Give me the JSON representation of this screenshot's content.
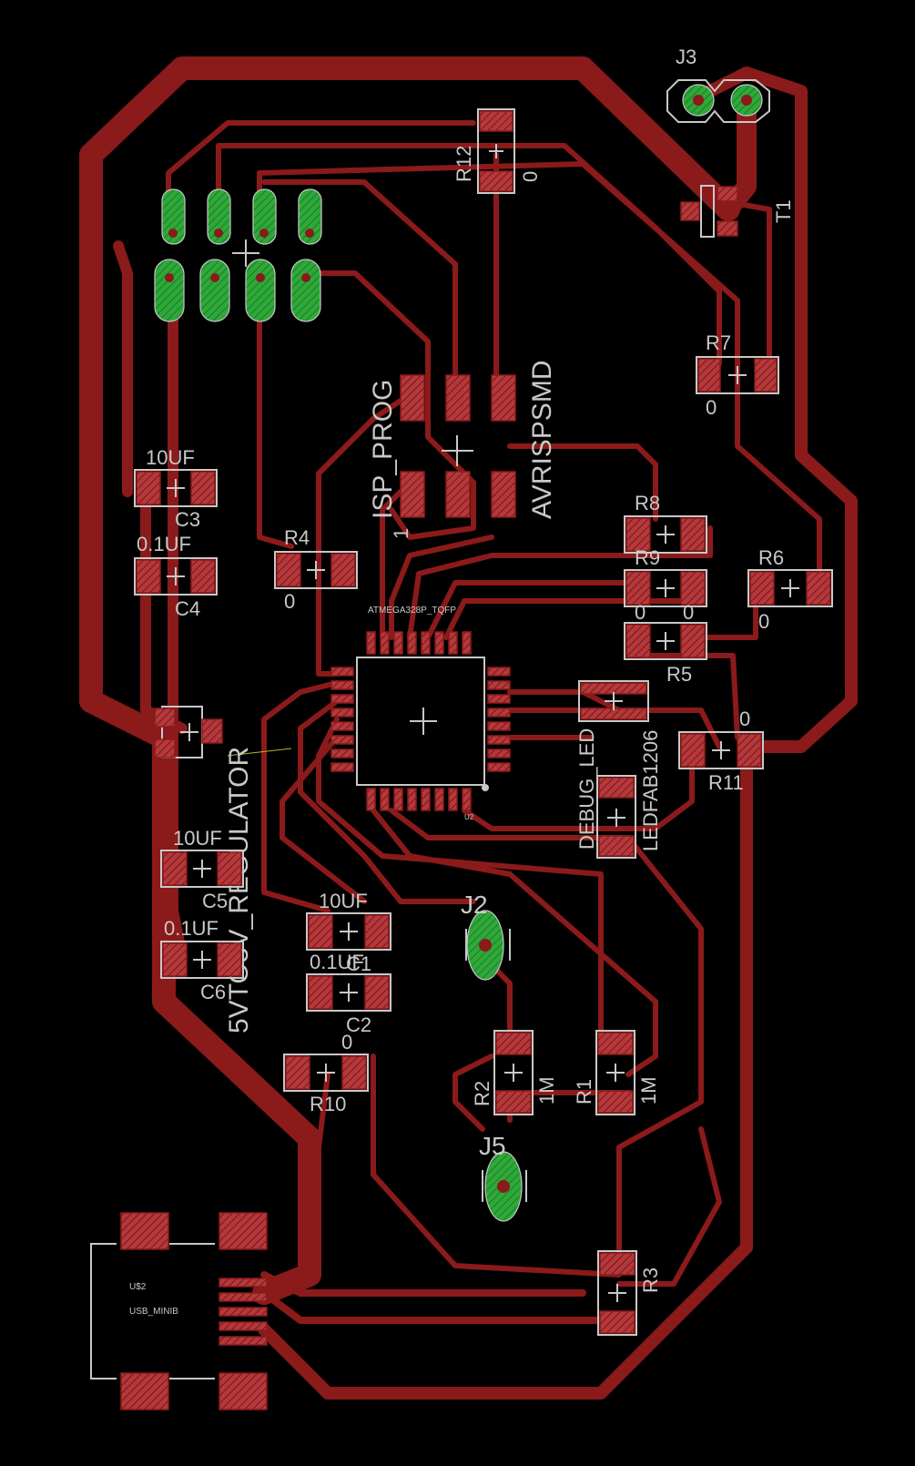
{
  "labels": {
    "j3": "J3",
    "t1": "T1",
    "r12": "R12",
    "r12_val": "0",
    "r7": "R7",
    "r7_val": "0",
    "isp_prog": "ISP_PROG",
    "avrispsmd": "AVRISPSMD",
    "isp_pin1": "1",
    "c3_val": "10UF",
    "c3": "C3",
    "c4_val": "0.1UF",
    "c4": "C4",
    "r4": "R4",
    "r4_val": "0",
    "r8": "R8",
    "r9": "R9",
    "r9_val": "0",
    "r6": "R6",
    "r6_val": "0",
    "r5_val": "0",
    "r5": "R5",
    "atmega_name": "ATMEGA328P_TQFP",
    "u2": "U2",
    "debug_led": "DEBUG_LED",
    "ledfab1206": "LEDFAB1206",
    "r11_val": "0",
    "r11": "R11",
    "regulator": "5VTO3V_REGULATOR",
    "c5_val": "10UF",
    "c5": "C5",
    "c6_val": "0.1UF",
    "c6": "C6",
    "c1_val": "10UF",
    "c1": "C1",
    "c2_val": "0.1UF",
    "c2": "C2",
    "j2": "J2",
    "r10_val": "0",
    "r10": "R10",
    "r2": "R2",
    "r2_val": "1M",
    "r1": "R1",
    "r1_val": "1M",
    "j5": "J5",
    "r3": "R3",
    "usb_ref": "U$2",
    "usb_name": "USB_MINIB"
  },
  "colors": {
    "background": "#000000",
    "copper": "#8b1a1a",
    "pad": "#b4393c",
    "thru_hole": "#2fa83a",
    "silkscreen": "#c8c8c8"
  }
}
